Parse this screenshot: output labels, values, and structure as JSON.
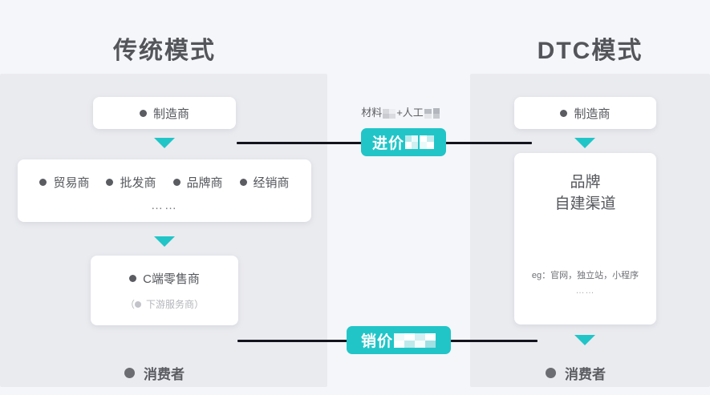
{
  "titles": {
    "left": "传统模式",
    "right": "DTC模式"
  },
  "colors": {
    "accent_teal": "#21C5C8",
    "page_bg": "#F4F6F9",
    "panel_bg": "#EAEBEF",
    "card_bg": "#FFFFFF",
    "text_dark": "#55575C",
    "connector_line": "#14141F"
  },
  "left_column": {
    "manufacturer": "制造商",
    "channel_nodes": [
      "贸易商",
      "批发商",
      "品牌商",
      "经销商"
    ],
    "channel_ellipsis": "……",
    "retailer": "C端零售商",
    "retailer_note_open": "（",
    "retailer_note": "下游服务商",
    "retailer_note_close": "）",
    "consumer": "消费者"
  },
  "right_column": {
    "manufacturer": "制造商",
    "brand_line1": "品牌",
    "brand_line2": "自建渠道",
    "brand_eg_label": "eg：官网，独立站，小程序",
    "brand_eg_ellipsis": "……",
    "consumer": "消费者"
  },
  "middle": {
    "cost_note_prefix": "材料",
    "cost_note_mid": "+人工",
    "cost_note_redacted_1": "[redacted]",
    "cost_note_redacted_2": "[redacted]",
    "purchase_badge_label": "进价",
    "purchase_badge_redacted": "[redacted]",
    "sale_badge_label": "销价",
    "sale_badge_redacted": "[redacted]"
  },
  "icons": {
    "bullet": "bullet-dot-icon",
    "arrow_down": "arrow-down-icon"
  }
}
